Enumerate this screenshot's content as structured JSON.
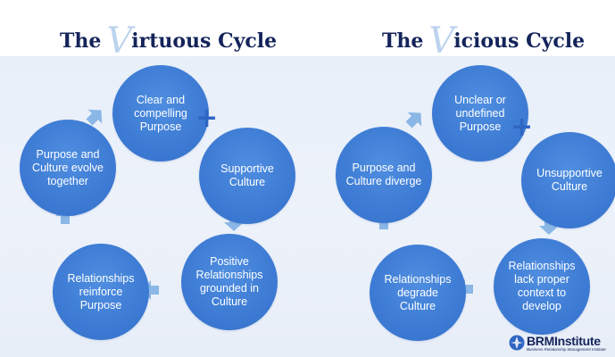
{
  "virtuous": {
    "title_prefix": "The ",
    "title_initial": "V",
    "title_rest": "irtuous Cycle",
    "nodes": [
      "Clear and compelling Purpose",
      "Supportive Culture",
      "Positive Relationships grounded in Culture",
      "Relationships reinforce Purpose",
      "Purpose and Culture evolve together"
    ],
    "plus": "+"
  },
  "vicious": {
    "title_prefix": "The ",
    "title_initial": "V",
    "title_rest": "icious Cycle",
    "nodes": [
      "Unclear or undefined Purpose",
      "Unsupportive Culture",
      "Relationships lack proper context to develop",
      "Relationships degrade Culture",
      "Purpose and Culture diverge"
    ],
    "plus": "+"
  },
  "logo": {
    "name": "BRMInstitute",
    "tagline": "Business Relationship Management Institute"
  },
  "colors": {
    "circle": "#3d7bd4",
    "arrow": "#8bb7e6",
    "title": "#14245a",
    "plus": "#2f66c3"
  }
}
